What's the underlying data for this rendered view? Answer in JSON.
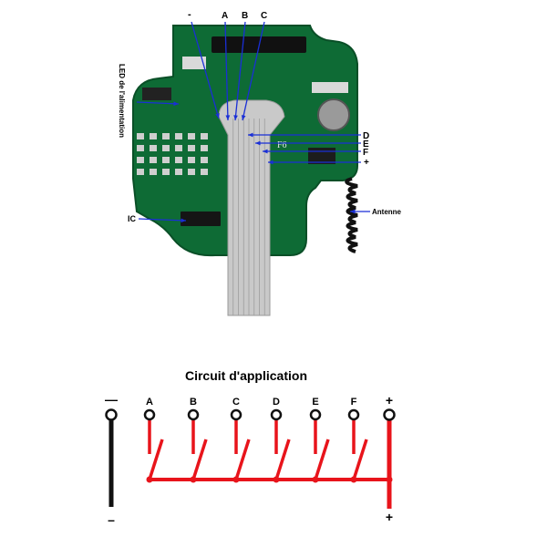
{
  "board": {
    "header_labels": {
      "minus": "-",
      "a": "A",
      "b": "B",
      "c": "C"
    },
    "side_labels": {
      "d": "D",
      "e": "E",
      "f": "F",
      "plus": "+"
    },
    "led_label": "LED de l'alimentation",
    "ic_label": "IC",
    "antenna_label": "Antenne",
    "chip_marking": "F6"
  },
  "circuit": {
    "title": "Circuit d'application",
    "terminals": [
      {
        "label": "A"
      },
      {
        "label": "B"
      },
      {
        "label": "C"
      },
      {
        "label": "D"
      },
      {
        "label": "E"
      },
      {
        "label": "F"
      }
    ],
    "negative_label": "—",
    "negative_bottom_label": "–",
    "positive_label": "+",
    "positive_bottom_label": "+",
    "colors": {
      "wire_red": "#e8141b",
      "wire_black": "#111111"
    }
  },
  "colors": {
    "pcb_green": "#0e6b35",
    "pcb_dark": "#0a4f27",
    "arrow_blue": "#1a2fd6",
    "ribbon_gray": "#c9c9c9"
  }
}
